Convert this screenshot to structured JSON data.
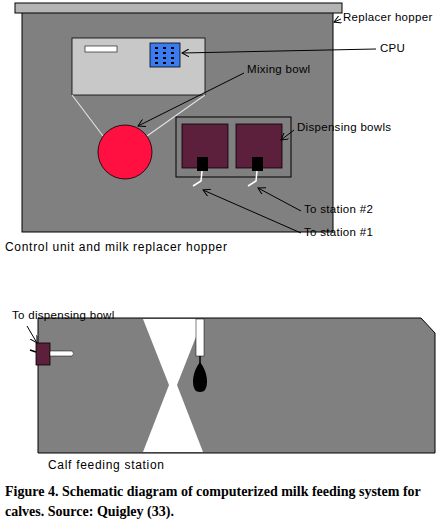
{
  "diagram": {
    "caption": "Figure 4. Schematic diagram of computerized milk feeding system for calves. Source: Quigley (33).",
    "nodes": [
      {
        "text": [
          "Control unit and milk replacer hopper"
        ]
      },
      {
        "text": [
          "Calf feeding station"
        ]
      }
    ],
    "labels": [
      "Replacer hopper",
      "CPU",
      "Mixing bowl",
      "Dispensing bowls",
      "To station #2",
      "To station #1",
      "To dispensing bowl"
    ]
  }
}
